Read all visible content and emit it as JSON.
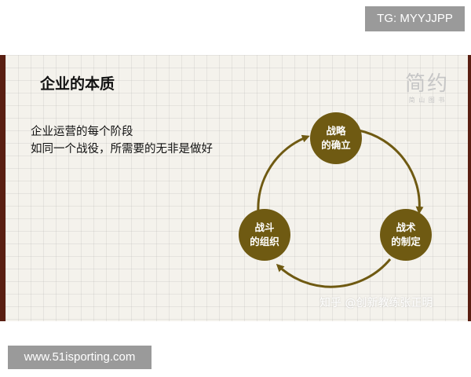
{
  "tag_badge": "TG: MYYJJPP",
  "slide": {
    "title": "企业的本质",
    "description_lines": [
      "企业运营的每个阶段",
      "如同一个战役，所需要的无非是做好"
    ],
    "logo_main": "简约",
    "logo_sub": "简 山 图 书",
    "cycle_nodes": [
      {
        "line1": "战略",
        "line2": "的确立"
      },
      {
        "line1": "战术",
        "line2": "的制定"
      },
      {
        "line1": "战斗",
        "line2": "的组织"
      }
    ],
    "watermark": "知乎 @创新教练张正明"
  },
  "site_badge": "www.51isporting.com",
  "colors": {
    "node_fill": "#6f5a12",
    "arrow": "#6f5a12",
    "frame": "#5a1f12",
    "paper": "#f4f2ec",
    "badge": "#9a9a9a"
  }
}
